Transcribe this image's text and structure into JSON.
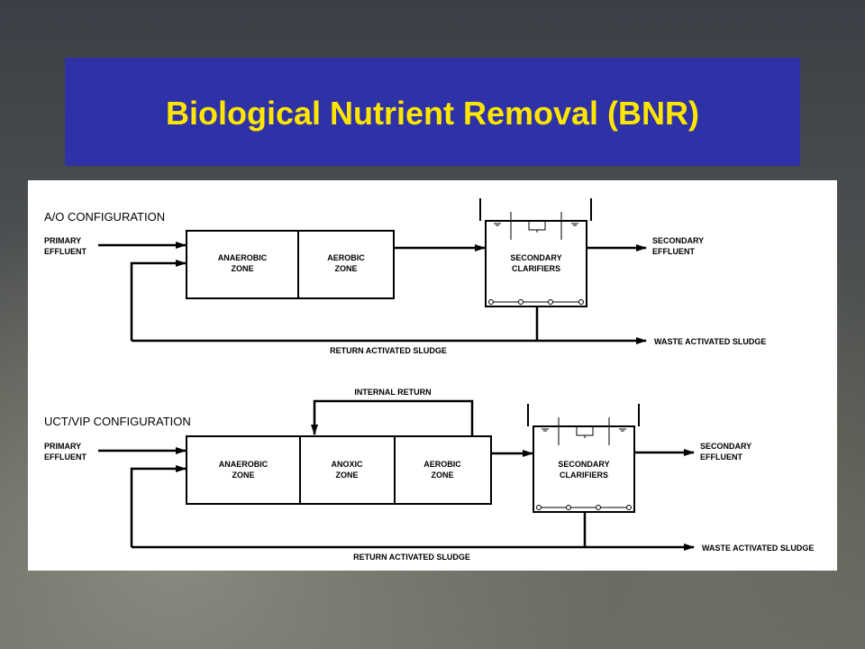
{
  "title": "Biological Nutrient Removal (BNR)",
  "ao": {
    "config_label": "A/O CONFIGURATION",
    "influent": [
      "PRIMARY",
      "EFFLUENT"
    ],
    "zone_anaerobic": [
      "ANAEROBIC",
      "ZONE"
    ],
    "zone_aerobic": [
      "AEROBIC",
      "ZONE"
    ],
    "clarifier": [
      "SECONDARY",
      "CLARIFIERS"
    ],
    "effluent": [
      "SECONDARY",
      "EFFLUENT"
    ],
    "waste": "WASTE ACTIVATED SLUDGE",
    "return": "RETURN ACTIVATED SLUDGE"
  },
  "uct": {
    "config_label": "UCT/VIP CONFIGURATION",
    "internal_return": "INTERNAL RETURN",
    "influent": [
      "PRIMARY",
      "EFFLUENT"
    ],
    "zone_anaerobic": [
      "ANAEROBIC",
      "ZONE"
    ],
    "zone_anoxic": [
      "ANOXIC",
      "ZONE"
    ],
    "zone_aerobic": [
      "AEROBIC",
      "ZONE"
    ],
    "clarifier": [
      "SECONDARY",
      "CLARIFIERS"
    ],
    "effluent": [
      "SECONDARY",
      "EFFLUENT"
    ],
    "waste": "WASTE ACTIVATED SLUDGE",
    "return": "RETURN ACTIVATED SLUDGE"
  }
}
